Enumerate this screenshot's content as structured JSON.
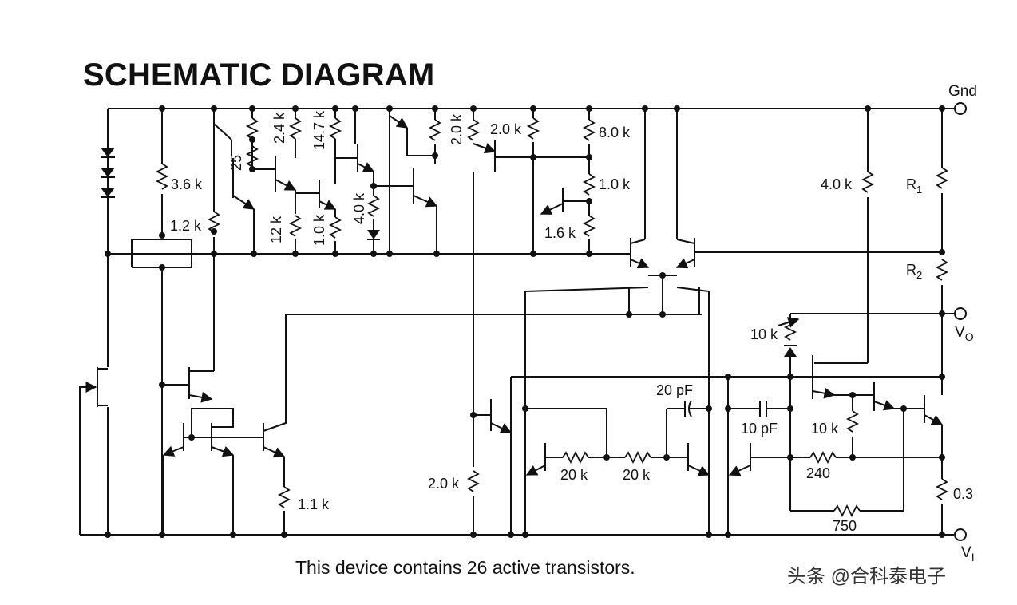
{
  "title": "SCHEMATIC DIAGRAM",
  "caption": "This device contains 26 active transistors.",
  "watermark": "头条 @合科泰电子",
  "terminals": {
    "gnd": "Gnd",
    "vo": "V",
    "vo_sub": "O",
    "vi": "V",
    "vi_sub": "I"
  },
  "labels": {
    "r_3_6k": "3.6 k",
    "r_1_2k": "1.2 k",
    "r_25": "25",
    "r_2_4k": "2.4 k",
    "r_14_7k": "14.7 k",
    "r_12k": "12 k",
    "r_1_0k_a": "1.0 k",
    "r_4_0k_a": "4.0 k",
    "r_2_0k_a": "2.0 k",
    "r_2_0k_b": "2.0 k",
    "r_8_0k": "8.0 k",
    "r_1_0k_b": "1.0 k",
    "r_1_6k": "1.6 k",
    "r_4_0k_b": "4.0 k",
    "r_R1": "R",
    "r_R1_sub": "1",
    "r_R2": "R",
    "r_R2_sub": "2",
    "r_10k_a": "10 k",
    "c_20pf": "20 pF",
    "c_10pf": "10 pF",
    "r_10k_b": "10 k",
    "r_240": "240",
    "r_0_3": "0.3",
    "r_750": "750",
    "r_20k_a": "20 k",
    "r_20k_b": "20 k",
    "r_2_0k_c": "2.0 k",
    "r_1_1k": "1.1 k"
  }
}
